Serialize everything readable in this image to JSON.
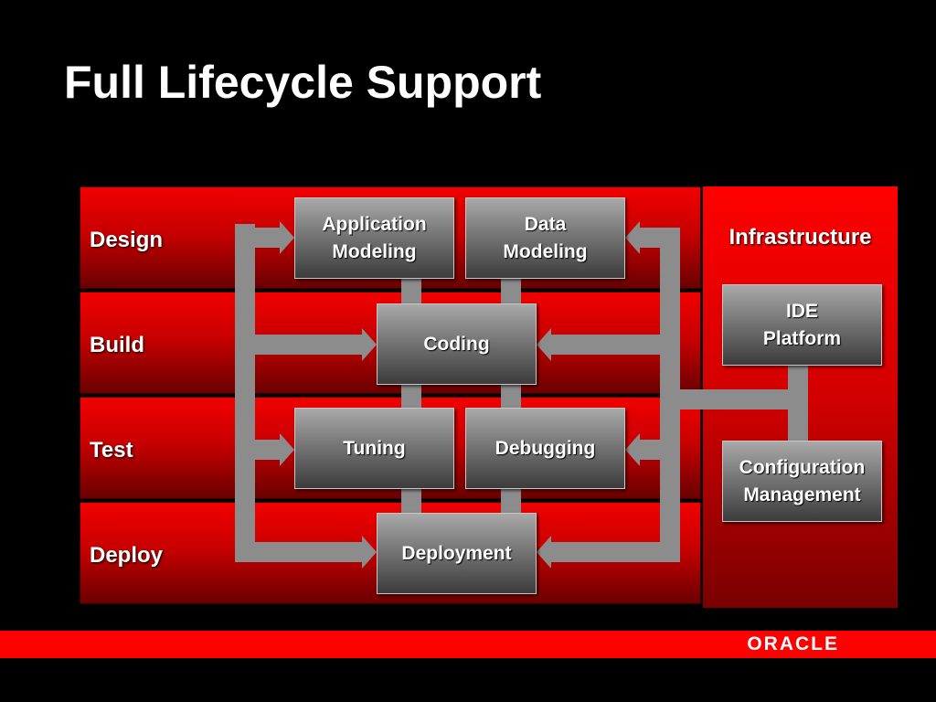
{
  "slide": {
    "title": "Full Lifecycle Support"
  },
  "bands": [
    {
      "label": "Design"
    },
    {
      "label": "Build"
    },
    {
      "label": "Test"
    },
    {
      "label": "Deploy"
    }
  ],
  "infrastructure": {
    "title": "Infrastructure",
    "boxes": [
      {
        "label": "IDE\nPlatform"
      },
      {
        "label": "Configuration\nManagement"
      }
    ]
  },
  "boxes": {
    "application_modeling": "Application\nModeling",
    "data_modeling": "Data\nModeling",
    "coding": "Coding",
    "tuning": "Tuning",
    "debugging": "Debugging",
    "deployment": "Deployment"
  },
  "footer": {
    "logo_text": "ORACLE"
  },
  "colors": {
    "band_red": "#e60000",
    "box_gray": "#7c7c7c",
    "connector_gray": "#8c8c8c",
    "background": "#000000"
  }
}
